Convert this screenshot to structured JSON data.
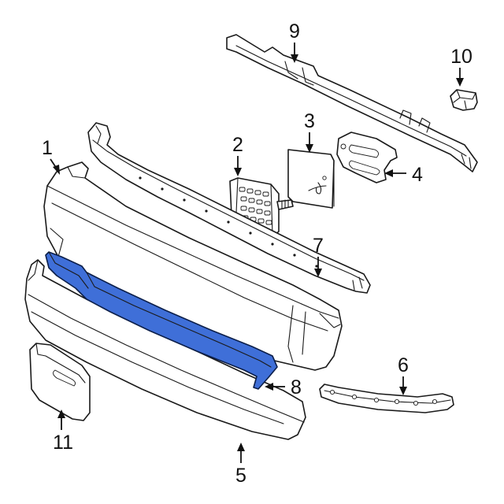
{
  "highlight_color": "#3f6fd8",
  "callouts": {
    "c1": "1",
    "c2": "2",
    "c3": "3",
    "c4": "4",
    "c5": "5",
    "c6": "6",
    "c7": "7",
    "c8": "8",
    "c9": "9",
    "c10": "10",
    "c11": "11"
  }
}
